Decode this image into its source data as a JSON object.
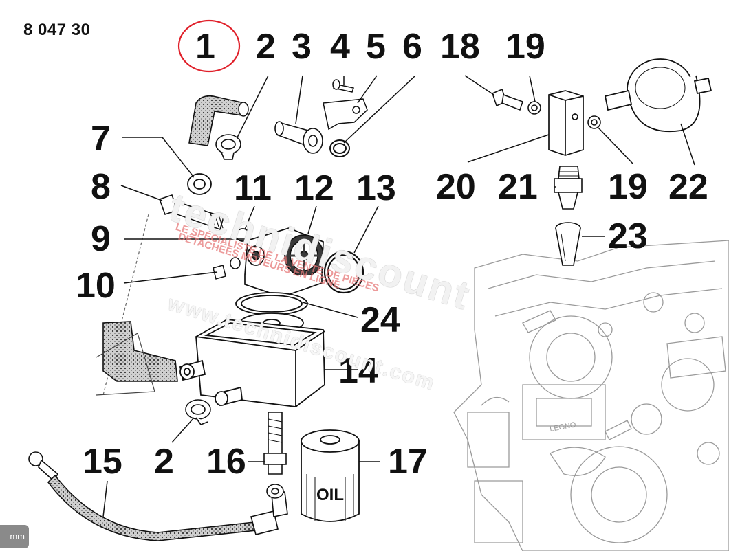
{
  "reference_code": "8 047 30",
  "callouts": {
    "c1": "1",
    "c2a": "2",
    "c2b": "2",
    "c3": "3",
    "c4": "4",
    "c5": "5",
    "c6": "6",
    "c7": "7",
    "c8": "8",
    "c9": "9",
    "c10": "10",
    "c11": "11",
    "c12": "12",
    "c13": "13",
    "c14": "14",
    "c15": "15",
    "c16": "16",
    "c17": "17",
    "c18": "18",
    "c19a": "19",
    "c19b": "19",
    "c20": "20",
    "c21": "21",
    "c22": "22",
    "c23": "23",
    "c24": "24"
  },
  "filter_text": "OIL",
  "watermark": {
    "brand": "technidiscount",
    "line1": "LE SPÉCIALISTE DE LA VENTE DE PIÈCES",
    "line2": "DÉTACHÉES MOTEURS EN LIGNE",
    "url": "www.technidiscount.com"
  },
  "highlight_color": "#e0202a",
  "partial_badge": "mm"
}
